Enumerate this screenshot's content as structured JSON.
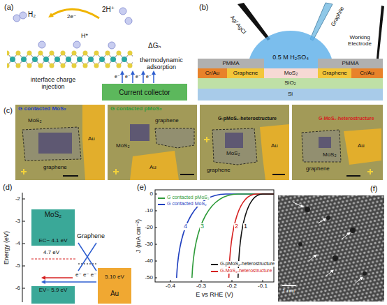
{
  "diagram": {
    "nodes": [
      {
        "text": [
          "Current collector"
        ]
      },
      {
        "text": [
          "0.5 M H₂SO₄"
        ]
      },
      {
        "text": [
          "PMMA"
        ]
      },
      {
        "text": [
          "PMMA"
        ]
      },
      {
        "text": [
          "Cr/Au"
        ]
      },
      {
        "text": [
          "Graphene"
        ]
      },
      {
        "text": [
          "MoS₂"
        ]
      },
      {
        "text": [
          "Graphene"
        ]
      },
      {
        "text": [
          "Cr/Au"
        ]
      },
      {
        "text": [
          "SiO₂"
        ]
      },
      {
        "text": [
          "Si"
        ]
      },
      {
        "text": [
          "MoS₂",
          "EC~ 4.1 eV"
        ]
      },
      {
        "text": [
          "EV~ 5.9 eV"
        ]
      },
      {
        "text": [
          "5.10 eV",
          "Au"
        ]
      }
    ],
    "labels": [
      "(a)",
      "H₂",
      "2H⁺",
      "2e⁻",
      "H*",
      "ΔGₕ",
      "interface charge injection",
      "thermodynamic adsorption",
      "e⁻",
      "e⁻",
      "e⁻",
      "e⁻",
      "(b)",
      "Ag/ AgCl",
      "Graphite",
      "Working Electrode",
      "(c)",
      "G contacted MoS₂",
      "MoS₂",
      "Au",
      "graphene",
      "G contacted pMoS₂",
      "graphene",
      "MoS₂",
      "Au",
      "G-pMoS₂-heterostructure",
      "MoS₂",
      "Au",
      "graphene",
      "G-MoS₂-heterostructure",
      "MoS₂",
      "graphene",
      "Au",
      "(d)",
      "Energy (eV)",
      "-2",
      "-3",
      "-4",
      "-5",
      "-6",
      "Graphene",
      "4.7 eV",
      "e⁻ e⁻ e⁻",
      "(e)",
      "J (mA cm⁻²)",
      "E vs RHE (V)",
      "-0.4",
      "-0.3",
      "-0.2",
      "-0.1",
      "0",
      "-10",
      "-20",
      "-30",
      "-40",
      "-50",
      "1",
      "2",
      "3",
      "4",
      "(f)",
      "1 nm"
    ],
    "legend": [
      {
        "text": "G contacted pMoS₂"
      },
      {
        "text": "G contacted MoS₂"
      },
      {
        "text": "G-pMoS₂-heterostructure"
      },
      {
        "text": "G-MoS₂-heterostructure"
      }
    ]
  }
}
